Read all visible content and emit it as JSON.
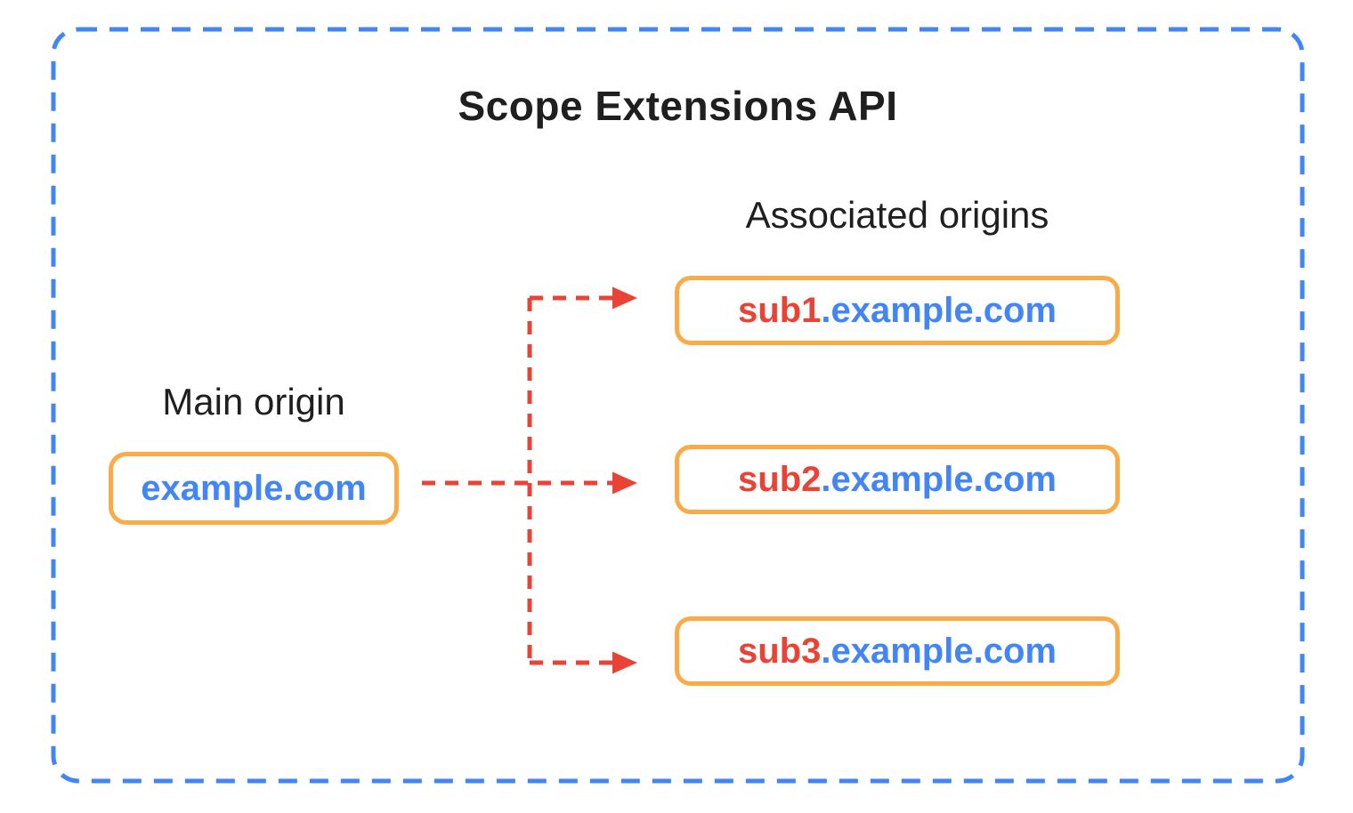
{
  "diagram": {
    "title": "Scope Extensions API",
    "main_origin": {
      "label": "Main origin",
      "domain": "example.com"
    },
    "associated_origins": {
      "label": "Associated origins",
      "items": [
        {
          "subdomain": "sub1",
          "suffix": ".example.com"
        },
        {
          "subdomain": "sub2",
          "suffix": ".example.com"
        },
        {
          "subdomain": "sub3",
          "suffix": ".example.com"
        }
      ]
    },
    "colors": {
      "boundary_border_blue": "#4285F4",
      "box_border_orange": "#FAAB46",
      "domain_text_blue": "#4285F4",
      "subdomain_text_red": "#EA4335",
      "arrow_red": "#EA4335",
      "title_text": "#1f1f1f",
      "background": "#ffffff"
    }
  }
}
